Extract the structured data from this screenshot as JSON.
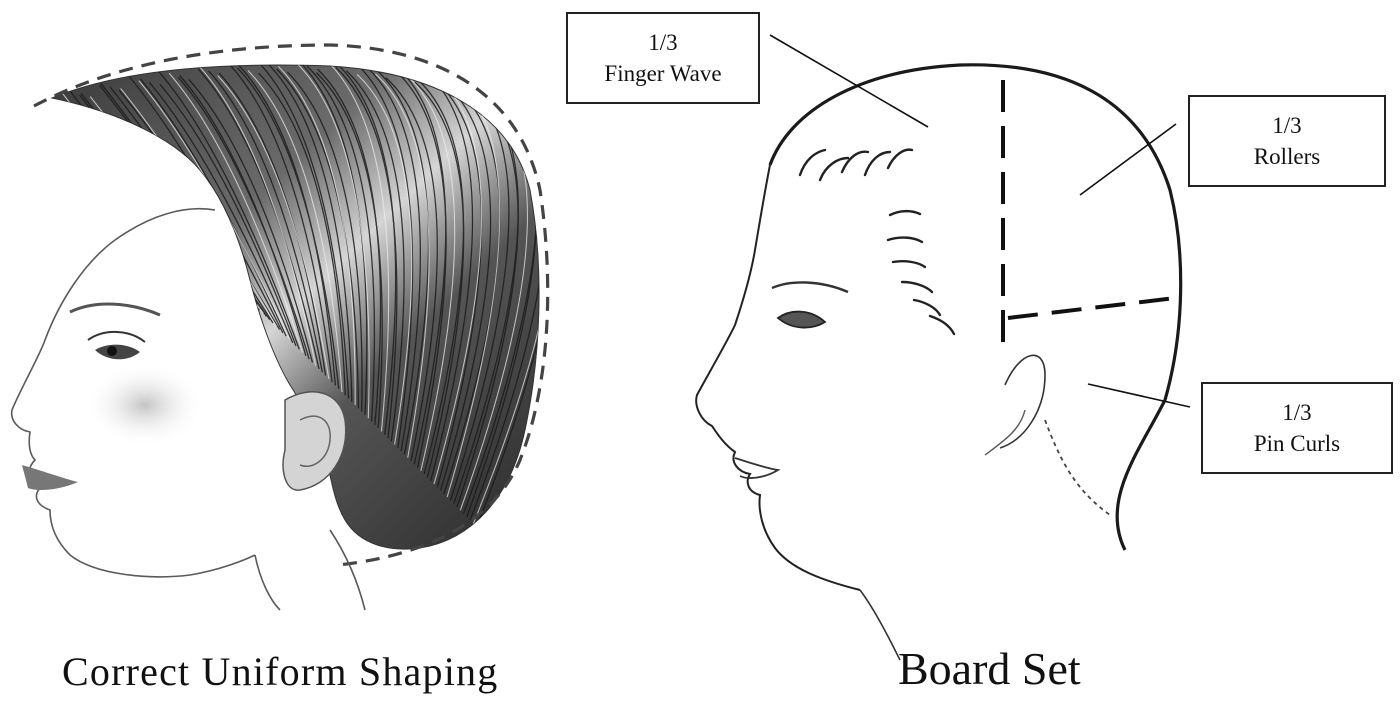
{
  "left_figure": {
    "caption": "Correct Uniform Shaping"
  },
  "right_figure": {
    "caption": "Board Set",
    "labels": [
      {
        "id": "finger-wave",
        "fraction": "1/3",
        "text": "Finger Wave"
      },
      {
        "id": "rollers",
        "fraction": "1/3",
        "text": "Rollers"
      },
      {
        "id": "pin-curls",
        "fraction": "1/3",
        "text": "Pin Curls"
      }
    ]
  },
  "colors": {
    "background": "#ffffff",
    "ink": "#222222",
    "hair_dark": "#2a2a2a",
    "hair_light": "#d8d8d8",
    "cheek_blush": "#c9c9c9"
  }
}
